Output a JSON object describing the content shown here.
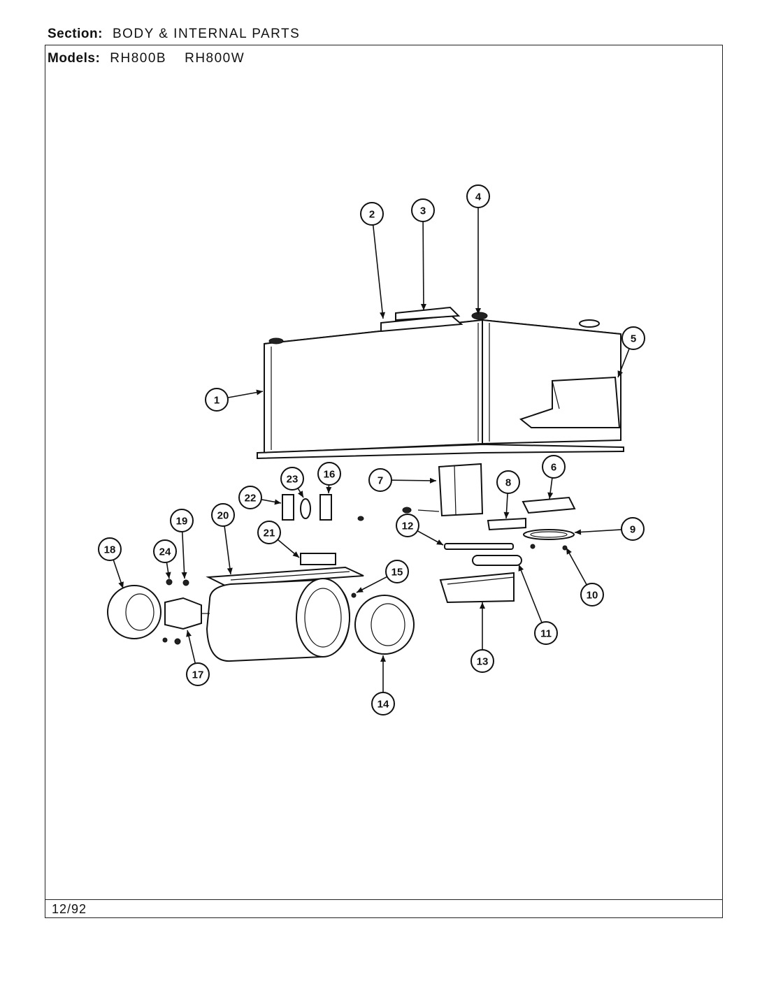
{
  "header": {
    "section_label": "Section:",
    "section_value": "BODY & INTERNAL PARTS",
    "models_label": "Models:",
    "model_1": "RH800B",
    "model_2": "RH800W"
  },
  "footer": {
    "date_code": "12/92"
  },
  "callouts": [
    "1",
    "2",
    "3",
    "4",
    "5",
    "6",
    "7",
    "8",
    "9",
    "10",
    "11",
    "12",
    "13",
    "14",
    "15",
    "16",
    "17",
    "18",
    "19",
    "20",
    "21",
    "22",
    "23",
    "24"
  ]
}
